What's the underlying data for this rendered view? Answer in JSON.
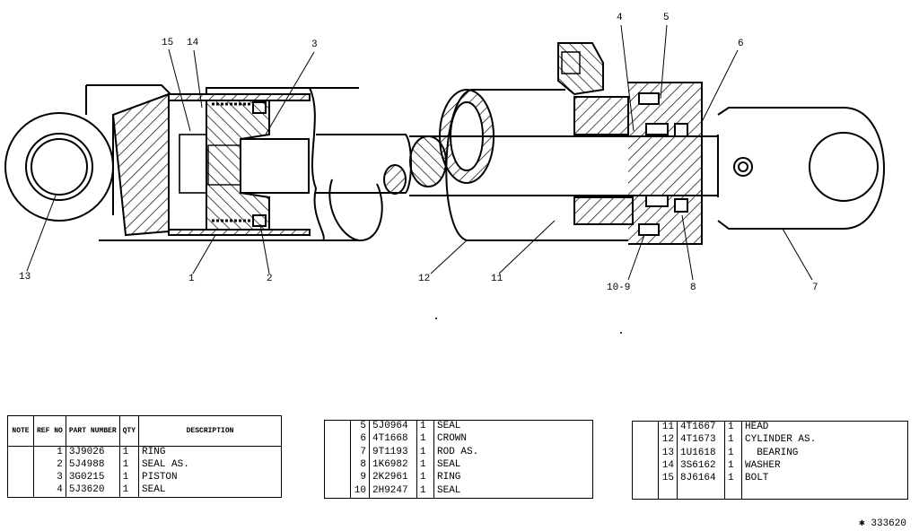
{
  "callouts": [
    "15",
    "14",
    "3",
    "4",
    "5",
    "6",
    "13",
    "1",
    "2",
    "12",
    "11",
    "10-9",
    "8",
    "7"
  ],
  "table_headers": {
    "note": "NOTE",
    "ref": "REF NO",
    "part": "PART NUMBER",
    "qty": "QTY",
    "desc": "DESCRIPTION"
  },
  "parts": [
    {
      "ref": "1",
      "part": "3J9026",
      "qty": "1",
      "desc": "RING"
    },
    {
      "ref": "2",
      "part": "5J4988",
      "qty": "1",
      "desc": "SEAL AS."
    },
    {
      "ref": "3",
      "part": "3G0215",
      "qty": "1",
      "desc": "PISTON"
    },
    {
      "ref": "4",
      "part": "5J3620",
      "qty": "1",
      "desc": "SEAL"
    },
    {
      "ref": "5",
      "part": "5J0964",
      "qty": "1",
      "desc": "SEAL"
    },
    {
      "ref": "6",
      "part": "4T1668",
      "qty": "1",
      "desc": "CROWN"
    },
    {
      "ref": "7",
      "part": "9T1193",
      "qty": "1",
      "desc": "ROD AS."
    },
    {
      "ref": "8",
      "part": "1K6982",
      "qty": "1",
      "desc": "SEAL"
    },
    {
      "ref": "9",
      "part": "2K2961",
      "qty": "1",
      "desc": "RING"
    },
    {
      "ref": "10",
      "part": "2H9247",
      "qty": "1",
      "desc": "SEAL"
    },
    {
      "ref": "11",
      "part": "4T1667",
      "qty": "1",
      "desc": "HEAD"
    },
    {
      "ref": "12",
      "part": "4T1673",
      "qty": "1",
      "desc": "CYLINDER AS."
    },
    {
      "ref": "13",
      "part": "1U1618",
      "qty": "1",
      "desc": "  BEARING"
    },
    {
      "ref": "14",
      "part": "3S6162",
      "qty": "1",
      "desc": "WASHER"
    },
    {
      "ref": "15",
      "part": "8J6164",
      "qty": "1",
      "desc": "BOLT"
    }
  ],
  "illustration_number": "✱ 333620"
}
